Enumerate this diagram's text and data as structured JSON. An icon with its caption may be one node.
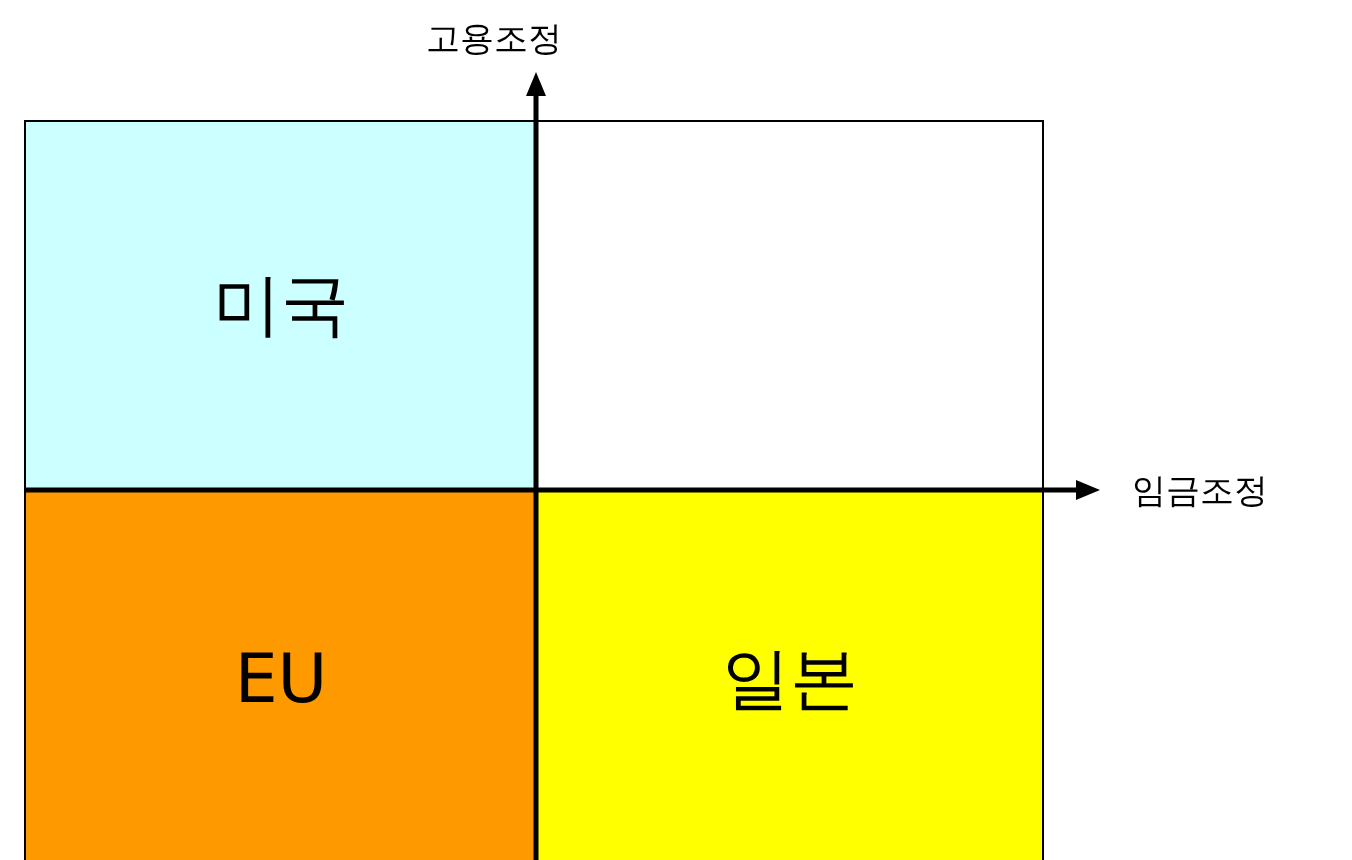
{
  "diagram": {
    "nodes": [
      {
        "text": [
          "미국"
        ]
      },
      {
        "text": [],
        "shape": "box"
      },
      {
        "text": [
          "EU"
        ]
      },
      {
        "text": [
          "일본"
        ]
      }
    ],
    "labels": [
      "고용조정",
      "임금조정"
    ]
  }
}
